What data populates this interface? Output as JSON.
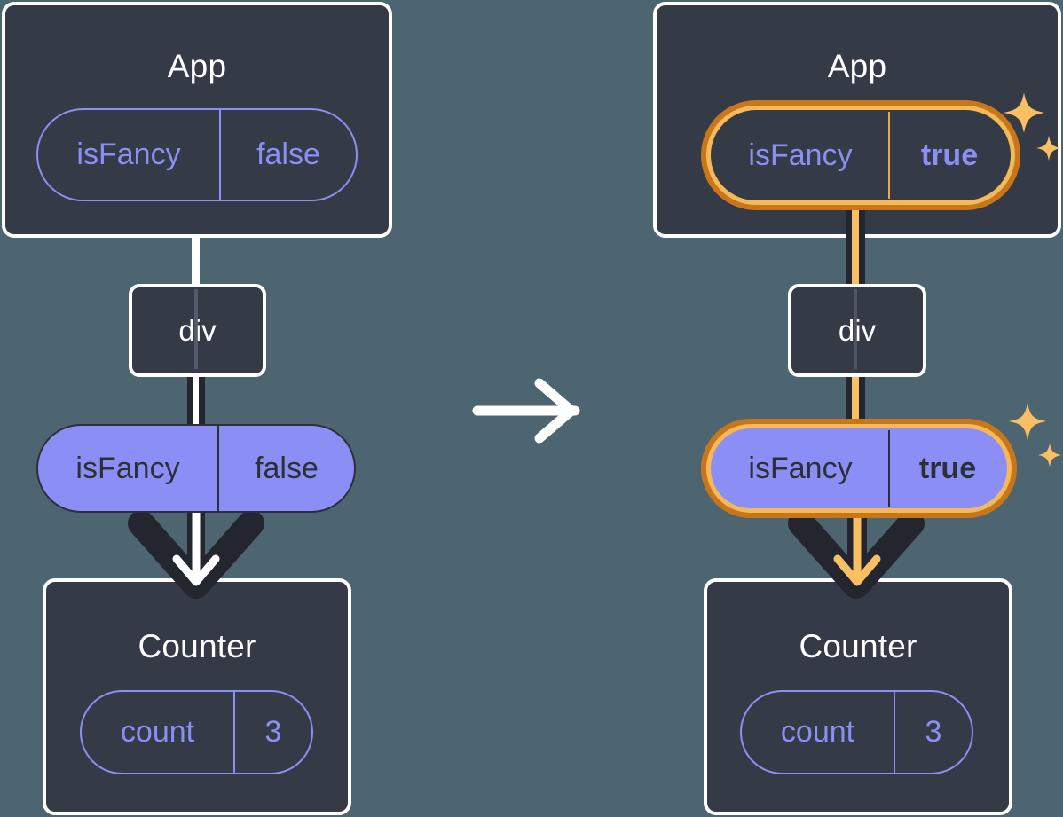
{
  "diagram": {
    "type": "react-state-propagation",
    "background_color": "#4c6570",
    "transition_icon": "right-arrow-icon",
    "panels": [
      {
        "id": "before",
        "root": {
          "title": "App",
          "state": {
            "key": "isFancy",
            "value": "false",
            "highlighted": false,
            "style": "outline"
          }
        },
        "middle": {
          "label": "div"
        },
        "prop": {
          "key": "isFancy",
          "value": "false",
          "highlighted": false,
          "style": "solid"
        },
        "child": {
          "title": "Counter",
          "state": {
            "key": "count",
            "value": "3",
            "highlighted": false,
            "style": "outline"
          }
        },
        "highlight_color": null,
        "sparkles": false
      },
      {
        "id": "after",
        "root": {
          "title": "App",
          "state": {
            "key": "isFancy",
            "value": "true",
            "highlighted": true,
            "style": "outline"
          }
        },
        "middle": {
          "label": "div"
        },
        "prop": {
          "key": "isFancy",
          "value": "true",
          "highlighted": true,
          "style": "solid"
        },
        "child": {
          "title": "Counter",
          "state": {
            "key": "count",
            "value": "3",
            "highlighted": false,
            "style": "outline"
          }
        },
        "highlight_color": "#e8880f",
        "sparkles": true
      }
    ],
    "colors": {
      "background": "#4c6570",
      "card_fill": "#343a46",
      "card_border": "#ffffff",
      "purple": "#8b8ff5",
      "dark_text": "#2c3039",
      "orange_outer": "#c8761a",
      "orange_inner": "#f5b959",
      "orange_line": "#fbbf63",
      "connector_dark": "#23262f",
      "connector_light": "#ffffff"
    }
  },
  "left": {
    "app_title": "App",
    "app_state_key": "isFancy",
    "app_state_value": "false",
    "div_label": "div",
    "prop_key": "isFancy",
    "prop_value": "false",
    "counter_title": "Counter",
    "counter_state_key": "count",
    "counter_state_value": "3"
  },
  "right": {
    "app_title": "App",
    "app_state_key": "isFancy",
    "app_state_value": "true",
    "div_label": "div",
    "prop_key": "isFancy",
    "prop_value": "true",
    "counter_title": "Counter",
    "counter_state_key": "count",
    "counter_state_value": "3"
  }
}
